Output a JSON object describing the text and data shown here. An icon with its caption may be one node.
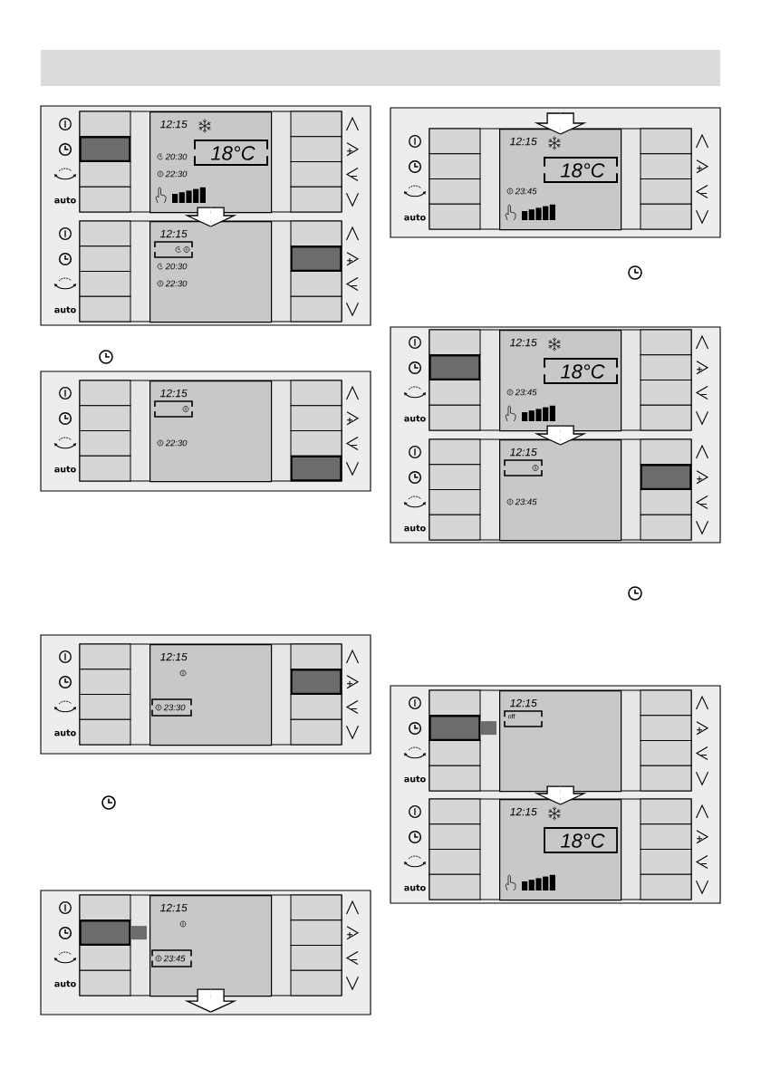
{
  "diagram": {
    "nodes": [
      {
        "text": [
          "12:15",
          "18°C",
          "20:30",
          "22:30"
        ]
      },
      {
        "text": [
          "12:15",
          "20:30",
          "22:30"
        ]
      },
      {
        "text": [
          "12:15",
          "22:30"
        ]
      },
      {
        "text": [
          "12:15",
          "23:30"
        ]
      },
      {
        "text": [
          "12:15",
          "23:45"
        ]
      },
      {
        "text": [
          "12:15",
          "18°C",
          "23:45"
        ]
      },
      {
        "text": [
          "12:15",
          "18°C",
          "23:45"
        ]
      },
      {
        "text": [
          "12:15",
          "23:45"
        ]
      },
      {
        "text": [
          "12:15",
          "off"
        ]
      },
      {
        "text": [
          "12:15",
          "18°C"
        ]
      }
    ],
    "edges": [
      {
        "from": 0,
        "to": 1,
        "arrow": "to"
      },
      {
        "from": 4,
        "to": null,
        "arrow": "to"
      },
      {
        "from": null,
        "to": 5,
        "arrow": "to"
      },
      {
        "from": 6,
        "to": 7,
        "arrow": "to"
      },
      {
        "from": 8,
        "to": 9,
        "arrow": "to"
      }
    ],
    "labels": [
      "auto",
      "auto",
      "auto",
      "auto",
      "auto",
      "auto",
      "auto",
      "auto",
      "auto",
      "auto"
    ]
  }
}
